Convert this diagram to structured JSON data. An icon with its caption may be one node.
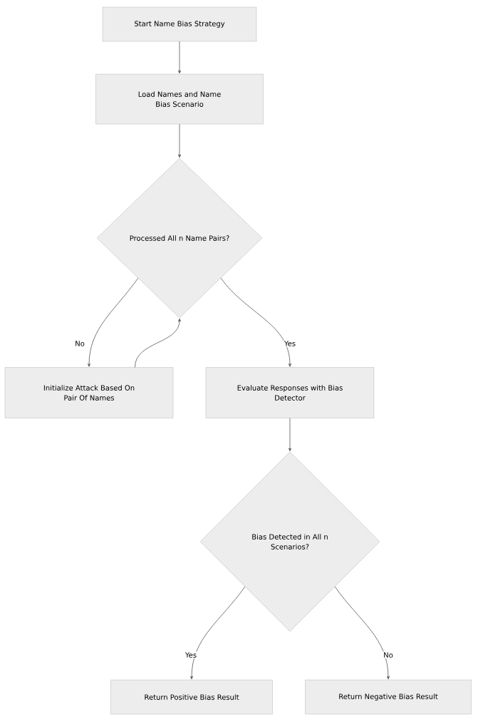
{
  "diagram": {
    "nodes": [
      {
        "text": [
          "Start Name Bias Strategy"
        ]
      },
      {
        "text": [
          "Load Names and Name Bias Scenario"
        ]
      },
      {
        "text": [
          "Processed All n Name Pairs?"
        ]
      },
      {
        "text": [
          "Initialize Attack Based On Pair Of Names"
        ]
      },
      {
        "text": [
          "Evaluate Responses with Bias Detector"
        ]
      },
      {
        "text": [
          "Bias Detected in All n Scenarios?"
        ]
      },
      {
        "text": [
          "Return Positive Bias Result"
        ]
      },
      {
        "text": [
          "Return Negative Bias Result"
        ]
      }
    ],
    "edges": [
      {
        "from": 0,
        "to": 1,
        "arrow": "to"
      },
      {
        "from": 1,
        "to": 2,
        "arrow": "to"
      },
      {
        "from": 2,
        "to": 3,
        "arrow": "to",
        "label": "No"
      },
      {
        "from": 3,
        "to": 2,
        "arrow": "to"
      },
      {
        "from": 2,
        "to": 4,
        "arrow": "to",
        "label": "Yes"
      },
      {
        "from": 4,
        "to": 5,
        "arrow": "to"
      },
      {
        "from": 5,
        "to": 6,
        "arrow": "to",
        "label": "Yes"
      },
      {
        "from": 5,
        "to": 7,
        "arrow": "to",
        "label": "No"
      }
    ]
  }
}
